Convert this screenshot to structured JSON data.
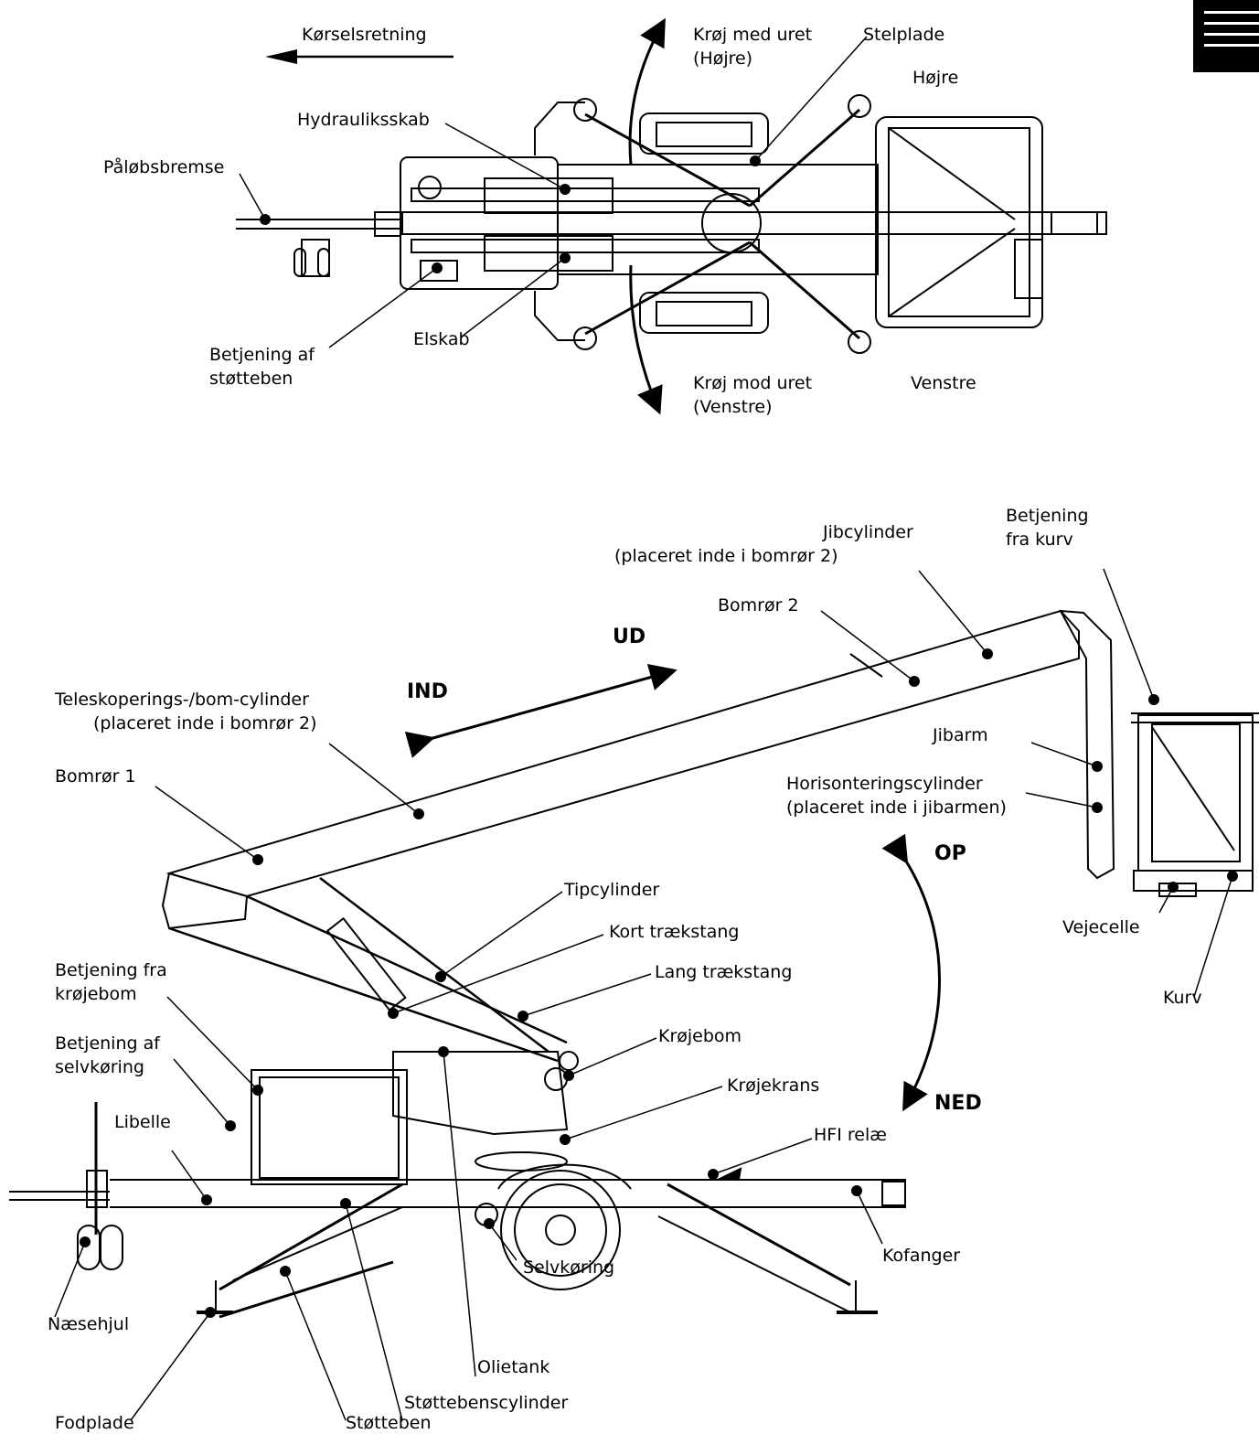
{
  "top_view": {
    "direction": "Kørselsretning",
    "swing_cw": "Krøj med uret",
    "swing_cw_sub": "(Højre)",
    "swing_ccw": "Krøj mod uret",
    "swing_ccw_sub": "(Venstre)",
    "right": "Højre",
    "left": "Venstre",
    "stelplade": "Stelplade",
    "hydraulic_cabinet": "Hydrauliksskab",
    "overrun_brake": "Påløbsbremse",
    "electric_cabinet": "Elskab",
    "outrigger_control_1": "Betjening af",
    "outrigger_control_2": "støtteben"
  },
  "side_view": {
    "out": "UD",
    "in": "IND",
    "up": "OP",
    "down": "NED",
    "basket_control_1": "Betjening",
    "basket_control_2": "fra kurv",
    "jib_cylinder_1": "Jibcylinder",
    "jib_cylinder_2": "(placeret inde i bomrør 2)",
    "boom2": "Bomrør 2",
    "tele_cylinder_1": "Teleskoperings-/bom-cylinder",
    "tele_cylinder_2": "(placeret inde i bomrør 2)",
    "jib_arm": "Jibarm",
    "level_cylinder_1": "Horisonteringscylinder",
    "level_cylinder_2": "(placeret inde i jibarmen)",
    "boom1": "Bomrør 1",
    "tip_cylinder": "Tipcylinder",
    "short_rod": "Kort trækstang",
    "long_rod": "Lang trækstang",
    "slew_boom": "Krøjebom",
    "slew_ring": "Krøjekrans",
    "slew_control_1": "Betjening fra",
    "slew_control_2": "krøjebom",
    "drive_control_1": "Betjening af",
    "drive_control_2": "selvkøring",
    "level": "Libelle",
    "hfi": "HFI relæ",
    "load_cell": "Vejecelle",
    "basket": "Kurv",
    "bumper": "Kofanger",
    "self_drive": "Selvkøring",
    "nose_wheel": "Næsehjul",
    "oil_tank": "Olietank",
    "outrigger_cylinder": "Støttebenscylinder",
    "foot_plate": "Fodplade",
    "outrigger": "Støtteben"
  }
}
